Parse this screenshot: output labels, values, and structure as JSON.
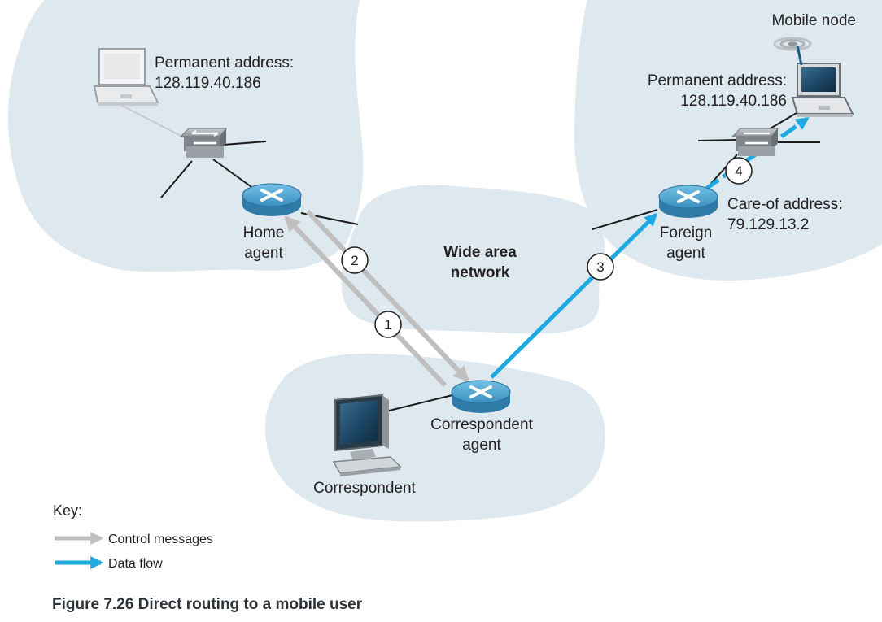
{
  "colors": {
    "cloud": "#dde8ef",
    "control": "#bfbfbf",
    "data": "#1fa9e1",
    "router": "#3a8fbf"
  },
  "home_network": {
    "host_address_label": "Permanent address:",
    "host_address": "128.119.40.186",
    "home_agent_line1": "Home",
    "home_agent_line2": "agent"
  },
  "wide_area_network": {
    "line1": "Wide area",
    "line2": "network"
  },
  "foreign_network": {
    "mobile_node_label": "Mobile node",
    "permanent_address_label": "Permanent address:",
    "permanent_address": "128.119.40.186",
    "care_of_label": "Care-of address:",
    "care_of_address": "79.129.13.2",
    "foreign_agent_line1": "Foreign",
    "foreign_agent_line2": "agent"
  },
  "correspondent_network": {
    "agent_line1": "Correspondent",
    "agent_line2": "agent",
    "host_label": "Correspondent"
  },
  "steps": [
    "1",
    "2",
    "3",
    "4"
  ],
  "key": {
    "title": "Key:",
    "control_label": "Control messages",
    "data_label": "Data flow"
  },
  "caption": "Figure 7.26 Direct routing to a mobile user"
}
